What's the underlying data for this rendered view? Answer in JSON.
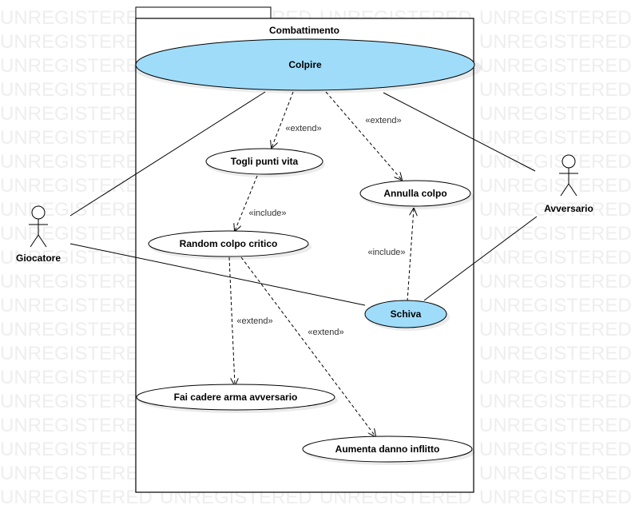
{
  "watermark": "UNREGISTERED",
  "system_boundary": {
    "title": "Combattimento"
  },
  "colors": {
    "highlight_fill": "#9fdcfa",
    "usecase_fill": "#ffffff",
    "stroke": "#000000",
    "watermark": "#eeeeee"
  },
  "use_cases": {
    "colpire": "Colpire",
    "togli_punti_vita": "Togli punti vita",
    "annulla_colpo": "Annulla colpo",
    "random_colpo_critico": "Random colpo critico",
    "schiva": "Schiva",
    "fai_cadere_arma": "Fai cadere arma avversario",
    "aumenta_danno": "Aumenta danno inflitto"
  },
  "actors": {
    "giocatore": "Giocatore",
    "avversario": "Avversario"
  },
  "stereotypes": {
    "colpire_togli": "«extend»",
    "colpire_annulla": "«extend»",
    "togli_random": "«include»",
    "schiva_annulla": "«include»",
    "random_fai_cadere": "«extend»",
    "random_aumenta": "«extend»"
  }
}
